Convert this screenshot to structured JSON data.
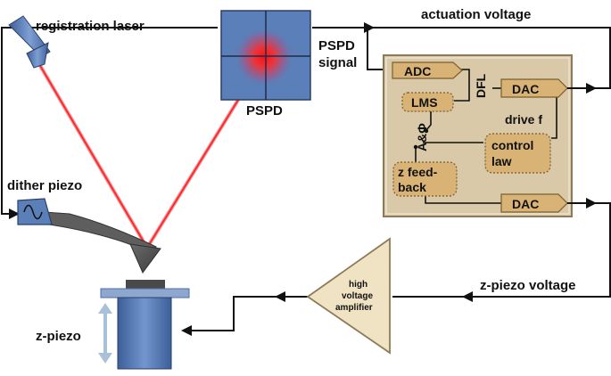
{
  "labels": {
    "registration_laser": "registration laser",
    "actuation_voltage": "actuation voltage",
    "pspd_signal_line1": "PSPD",
    "pspd_signal_line2": "signal",
    "pspd": "PSPD",
    "dither_piezo": "dither piezo",
    "z_piezo_voltage": "z-piezo voltage",
    "z_piezo": "z-piezo"
  },
  "controller": {
    "adc": "ADC",
    "dfl": "DFL",
    "dac_top": "DAC",
    "lms": "LMS",
    "drive_f": "drive f",
    "a_phi": "A&Φ",
    "control_law_line1": "control",
    "control_law_line2": "law",
    "z_feedback_line1": "z feed-",
    "z_feedback_line2": "back",
    "dac_bottom": "DAC"
  },
  "amplifier": {
    "line1": "high",
    "line2": "voltage",
    "line3": "amplifier"
  },
  "colors": {
    "laser_beam": "#e8202a",
    "detector_fill": "#5b7fb8",
    "controller_panel": "#d9c9a8",
    "block_fill": "#d8b375",
    "amplifier_fill": "#efe3c3",
    "piezo_body": "#4d6fa8",
    "arrow_light_blue": "#a9c1d8"
  }
}
